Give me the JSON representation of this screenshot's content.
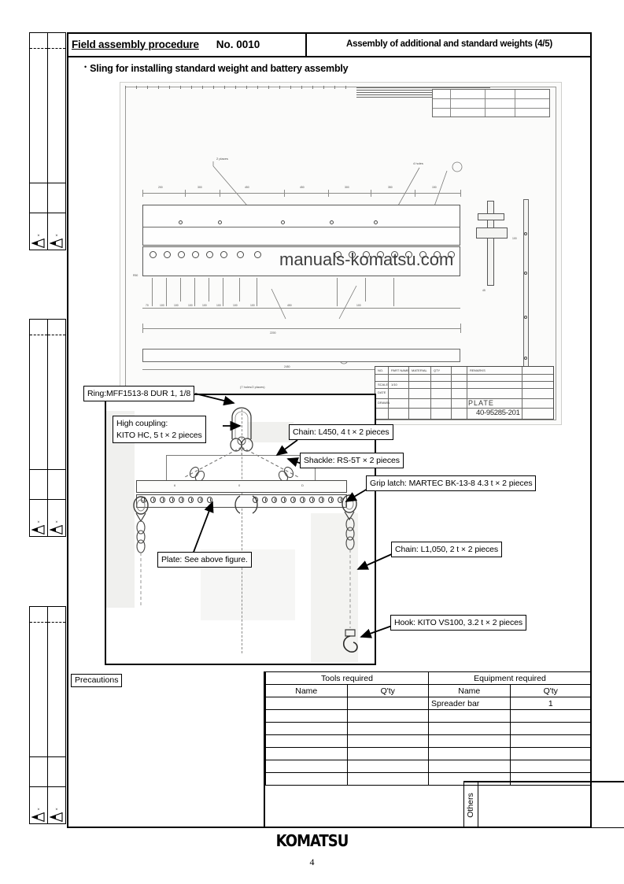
{
  "header": {
    "title": "Field assembly procedure",
    "doc_no": "No. 0010",
    "right_title": "Assembly of additional and standard weights (4/5)"
  },
  "subtitle": {
    "bullet": "•",
    "text": "Sling for installing standard weight and battery assembly"
  },
  "watermark": "manuals-komatsu.com",
  "drawing": {
    "title_block": {
      "part_name": "PLATE",
      "drawing_no": "40-95285-201"
    }
  },
  "callouts": [
    {
      "id": "ring",
      "text": "Ring:MFF1513-8   DUR   1, 1/8"
    },
    {
      "id": "coupling_l1",
      "text": "High coupling:"
    },
    {
      "id": "coupling_l2",
      "text": "KITO HC, 5 t × 2 pieces"
    },
    {
      "id": "chain450",
      "text": "Chain: L450, 4 t × 2 pieces"
    },
    {
      "id": "shackle",
      "text": "Shackle: RS-5T × 2 pieces"
    },
    {
      "id": "griplatch",
      "text": "Grip latch: MARTEC BK-13-8 4.3 t × 2 pieces"
    },
    {
      "id": "plate",
      "text": "Plate: See above figure."
    },
    {
      "id": "chain1050",
      "text": "Chain: L1,050, 2 t × 2 pieces"
    },
    {
      "id": "hook",
      "text": "Hook: KITO VS100, 3.2 t × 2 pieces"
    }
  ],
  "bottom": {
    "precautions_label": "Precautions",
    "others_label": "Others",
    "tools": {
      "group_header": "Tools required",
      "col_name": "Name",
      "col_qty": "Q'ty",
      "rows": [
        {
          "name": "",
          "qty": ""
        },
        {
          "name": "",
          "qty": ""
        },
        {
          "name": "",
          "qty": ""
        },
        {
          "name": "",
          "qty": ""
        },
        {
          "name": "",
          "qty": ""
        },
        {
          "name": "",
          "qty": ""
        },
        {
          "name": "",
          "qty": ""
        }
      ]
    },
    "equipment": {
      "group_header": "Equipment required",
      "col_name": "Name",
      "col_qty": "Q'ty",
      "rows": [
        {
          "name": "Spreader bar",
          "qty": "1"
        },
        {
          "name": "",
          "qty": ""
        },
        {
          "name": "",
          "qty": ""
        },
        {
          "name": "",
          "qty": ""
        },
        {
          "name": "",
          "qty": ""
        },
        {
          "name": "",
          "qty": ""
        },
        {
          "name": "",
          "qty": ""
        }
      ]
    }
  },
  "footer": {
    "brand": "KOMATSU",
    "page_number": "4"
  },
  "colors": {
    "ink": "#000000",
    "scan_paper": "#fbfbfa",
    "scan_line": "#4a4a48"
  }
}
